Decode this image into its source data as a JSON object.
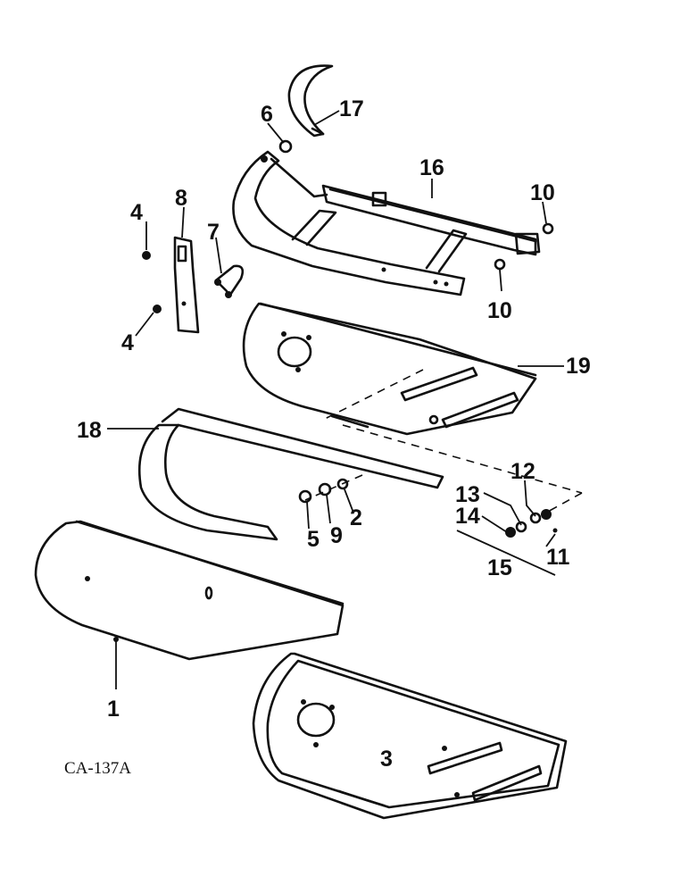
{
  "diagram": {
    "drawing_code": "CA-137A",
    "callouts": {
      "p1": "1",
      "p2": "2",
      "p3": "3",
      "p4a": "4",
      "p4b": "4",
      "p5": "5",
      "p6": "6",
      "p7": "7",
      "p8": "8",
      "p9": "9",
      "p10a": "10",
      "p10b": "10",
      "p11": "11",
      "p12": "12",
      "p13": "13",
      "p14": "14",
      "p15": "15",
      "p16": "16",
      "p17": "17",
      "p18": "18",
      "p19": "19"
    }
  }
}
